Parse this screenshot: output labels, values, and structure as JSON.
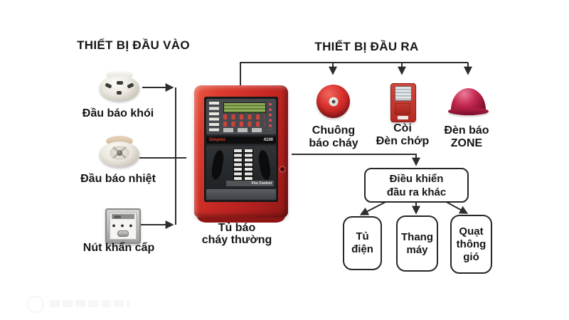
{
  "input_section": {
    "title": "THIẾT BỊ ĐẦU VÀO",
    "devices": [
      {
        "icon": "smoke-detector-icon",
        "label": "Đầu báo khói"
      },
      {
        "icon": "heat-detector-icon",
        "label": "Đầu báo nhiệt"
      },
      {
        "icon": "emergency-button-icon",
        "label": "Nút khẩn cấp"
      }
    ]
  },
  "panel": {
    "icon": "fire-alarm-control-panel-icon",
    "label_line1": "Tủ báo",
    "label_line2": "cháy thường",
    "brand": "Simplex",
    "model": "4100",
    "door_label": "Fire Control"
  },
  "output_section": {
    "title": "THIẾT BỊ ĐẦU RA",
    "devices": [
      {
        "icon": "fire-bell-icon",
        "label_line1": "Chuông",
        "label_line2": "báo cháy"
      },
      {
        "icon": "horn-strobe-icon",
        "label_line1": "Còi",
        "label_line2": "Đèn chớp"
      },
      {
        "icon": "zone-lamp-icon",
        "label_line1": "Đèn báo",
        "label_line2": "ZONE"
      }
    ]
  },
  "control_box": {
    "line1": "Điều khiển",
    "line2": "đầu ra khác"
  },
  "control_outputs": [
    {
      "lines": [
        "Tủ",
        "điện"
      ]
    },
    {
      "lines": [
        "Thang",
        "máy"
      ]
    },
    {
      "lines": [
        "Quạt",
        "thông",
        "gió"
      ]
    }
  ],
  "colors": {
    "panel_red": "#c82823",
    "bell_red": "#d8302c",
    "zone_crimson": "#c52b51",
    "line": "#2d2d2d",
    "text": "#151515",
    "background": "#ffffff"
  }
}
